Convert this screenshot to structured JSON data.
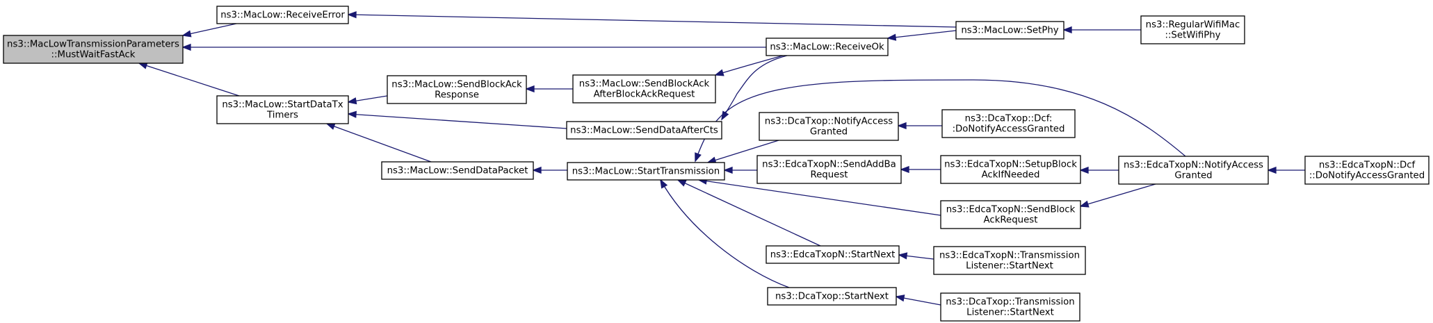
{
  "diagram": {
    "type": "call-graph",
    "edge_color": "#191970",
    "root_fill": "#bfbfbf",
    "node_fill": "#ffffff",
    "nodes": [
      {
        "id": "root",
        "lines": [
          "ns3::MacLowTransmissionParameters",
          "::MustWaitFastAck"
        ],
        "root": true
      },
      {
        "id": "receive-error",
        "lines": [
          "ns3::MacLow::ReceiveError"
        ]
      },
      {
        "id": "start-data-tx-timers",
        "lines": [
          "ns3::MacLow::StartDataTx",
          "Timers"
        ]
      },
      {
        "id": "send-data-packet",
        "lines": [
          "ns3::MacLow::SendDataPacket"
        ]
      },
      {
        "id": "send-block-ack-response",
        "lines": [
          "ns3::MacLow::SendBlockAck",
          "Response"
        ]
      },
      {
        "id": "send-block-ack-after",
        "lines": [
          "ns3::MacLow::SendBlockAck",
          "AfterBlockAckRequest"
        ]
      },
      {
        "id": "send-data-after-cts",
        "lines": [
          "ns3::MacLow::SendDataAfterCts"
        ]
      },
      {
        "id": "start-transmission",
        "lines": [
          "ns3::MacLow::StartTransmission"
        ]
      },
      {
        "id": "receive-ok",
        "lines": [
          "ns3::MacLow::ReceiveOk"
        ]
      },
      {
        "id": "set-phy",
        "lines": [
          "ns3::MacLow::SetPhy"
        ]
      },
      {
        "id": "set-wifi-phy",
        "lines": [
          "ns3::RegularWifiMac",
          "::SetWifiPhy"
        ]
      },
      {
        "id": "dca-notify-access",
        "lines": [
          "ns3::DcaTxop::NotifyAccess",
          "Granted"
        ]
      },
      {
        "id": "dca-do-notify",
        "lines": [
          "ns3::DcaTxop::Dcf:",
          ":DoNotifyAccessGranted"
        ]
      },
      {
        "id": "edca-send-addba",
        "lines": [
          "ns3::EdcaTxopN::SendAddBa",
          "Request"
        ]
      },
      {
        "id": "edca-setup-block",
        "lines": [
          "ns3::EdcaTxopN::SetupBlock",
          "AckIfNeeded"
        ]
      },
      {
        "id": "edca-send-block-ack",
        "lines": [
          "ns3::EdcaTxopN::SendBlock",
          "AckRequest"
        ]
      },
      {
        "id": "edca-notify-access",
        "lines": [
          "ns3::EdcaTxopN::NotifyAccess",
          "Granted"
        ]
      },
      {
        "id": "edca-do-notify",
        "lines": [
          "ns3::EdcaTxopN::Dcf",
          "::DoNotifyAccessGranted"
        ]
      },
      {
        "id": "edca-start-next",
        "lines": [
          "ns3::EdcaTxopN::StartNext"
        ]
      },
      {
        "id": "edca-listener-start-next",
        "lines": [
          "ns3::EdcaTxopN::Transmission",
          "Listener::StartNext"
        ]
      },
      {
        "id": "dca-start-next",
        "lines": [
          "ns3::DcaTxop::StartNext"
        ]
      },
      {
        "id": "dca-listener-start-next",
        "lines": [
          "ns3::DcaTxop::Transmission",
          "Listener::StartNext"
        ]
      }
    ],
    "edges": [
      {
        "from": "receive-error",
        "to": "root"
      },
      {
        "from": "receive-ok",
        "to": "root"
      },
      {
        "from": "start-data-tx-timers",
        "to": "root"
      },
      {
        "from": "set-phy",
        "to": "receive-error"
      },
      {
        "from": "set-phy",
        "to": "receive-ok"
      },
      {
        "from": "set-wifi-phy",
        "to": "set-phy"
      },
      {
        "from": "send-block-ack-response",
        "to": "start-data-tx-timers"
      },
      {
        "from": "send-data-after-cts",
        "to": "start-data-tx-timers"
      },
      {
        "from": "send-data-packet",
        "to": "start-data-tx-timers"
      },
      {
        "from": "send-block-ack-after",
        "to": "send-block-ack-response"
      },
      {
        "from": "receive-ok",
        "to": "send-block-ack-after"
      },
      {
        "from": "receive-ok",
        "to": "send-data-after-cts"
      },
      {
        "from": "start-transmission",
        "to": "send-data-packet"
      },
      {
        "from": "edca-notify-access",
        "to": "start-transmission"
      },
      {
        "from": "dca-notify-access",
        "to": "start-transmission"
      },
      {
        "from": "edca-send-addba",
        "to": "start-transmission"
      },
      {
        "from": "edca-send-block-ack",
        "to": "start-transmission"
      },
      {
        "from": "edca-start-next",
        "to": "start-transmission"
      },
      {
        "from": "dca-start-next",
        "to": "start-transmission"
      },
      {
        "from": "dca-do-notify",
        "to": "dca-notify-access"
      },
      {
        "from": "edca-setup-block",
        "to": "edca-send-addba"
      },
      {
        "from": "edca-notify-access",
        "to": "edca-setup-block"
      },
      {
        "from": "edca-notify-access",
        "to": "edca-send-block-ack"
      },
      {
        "from": "edca-do-notify",
        "to": "edca-notify-access"
      },
      {
        "from": "edca-listener-start-next",
        "to": "edca-start-next"
      },
      {
        "from": "dca-listener-start-next",
        "to": "dca-start-next"
      }
    ]
  }
}
